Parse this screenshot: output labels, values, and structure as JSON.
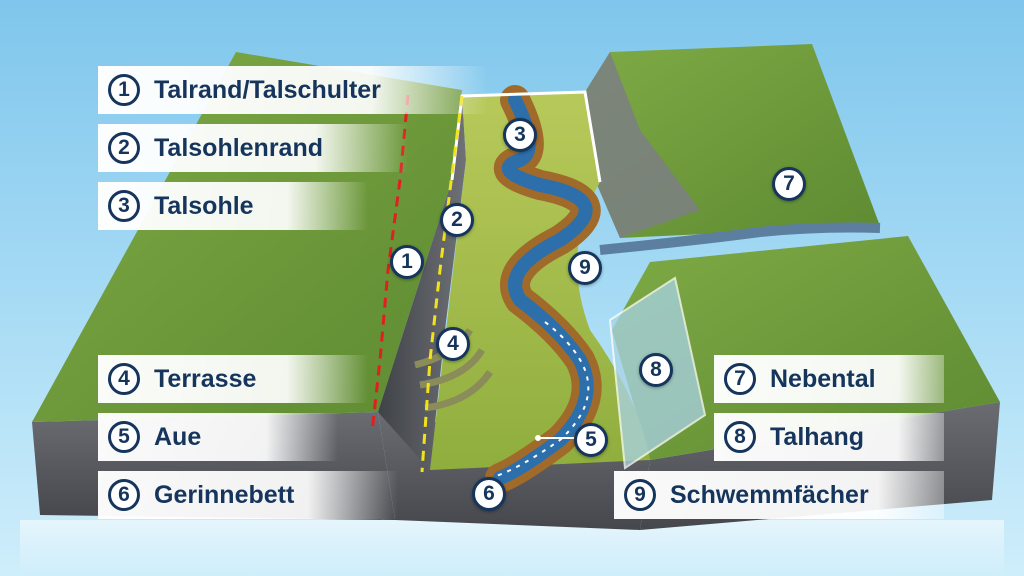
{
  "labels": [
    {
      "number": "1",
      "text": "Talrand/Talschulter"
    },
    {
      "number": "2",
      "text": "Talsohlenrand"
    },
    {
      "number": "3",
      "text": "Talsohle"
    },
    {
      "number": "4",
      "text": "Terrasse"
    },
    {
      "number": "5",
      "text": "Aue"
    },
    {
      "number": "6",
      "text": "Gerinnebett"
    },
    {
      "number": "7",
      "text": "Nebental"
    },
    {
      "number": "8",
      "text": "Talhang"
    },
    {
      "number": "9",
      "text": "Schwemmfächer"
    }
  ],
  "colors": {
    "grass": "#6f9a3c",
    "rock": "#5e6066",
    "river": "#2c6fab",
    "floodplain": "#a06a2a",
    "terrace": "#c6c43a",
    "rim_line": "#e02020",
    "valley_floor_line": "#f2e21a",
    "label_text": "#16355c"
  }
}
